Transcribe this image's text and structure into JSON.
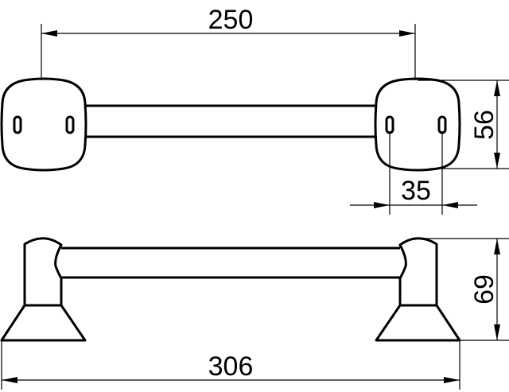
{
  "dimensions": {
    "center_distance": "250",
    "depth": "56",
    "slot_spacing": "35",
    "height": "69",
    "overall_length": "306"
  }
}
